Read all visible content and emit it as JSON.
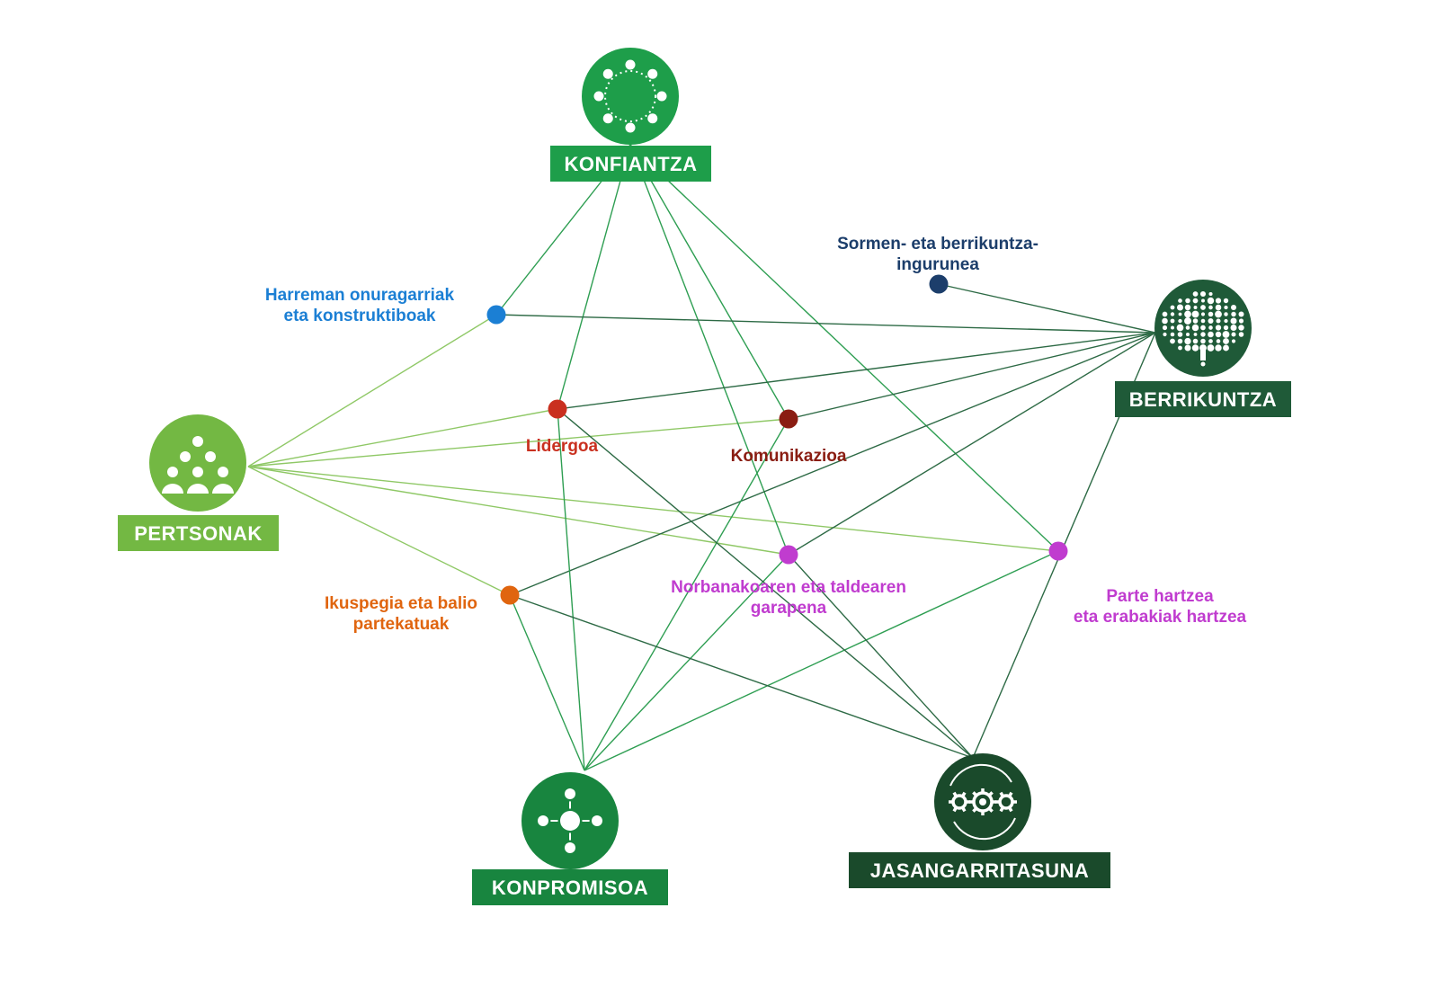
{
  "colors": {
    "konfiantza": "#1e9e4a",
    "pertsonak": "#73b843",
    "berrikuntza": "#1f5a38",
    "konpromisoa": "#18853f",
    "jasangarritasuna": "#1a4a2b",
    "line_light": "#8fc866",
    "line_mid": "#2e9e52",
    "line_dark": "#2d6a45",
    "blue": "#1b7fd4",
    "navy": "#1c3e6b",
    "red": "#c9301f",
    "darkred": "#8a1d12",
    "orange": "#e0650f",
    "purple": "#c03ccf"
  },
  "pillars": {
    "konfiantza": {
      "label": "KONFIANTZA",
      "icon": "circle-of-dots-icon"
    },
    "pertsonak": {
      "label": "PERTSONAK",
      "icon": "people-group-icon"
    },
    "berrikuntza": {
      "label": "BERRIKUNTZA",
      "icon": "dotted-brain-icon"
    },
    "konpromisoa": {
      "label": "KONPROMISOA",
      "icon": "converging-arrows-icon"
    },
    "jasangarritasuna": {
      "label": "JASANGARRITASUNA",
      "icon": "gears-cycle-icon"
    }
  },
  "factors": {
    "harreman": {
      "lines": [
        "Harreman onuragarriak",
        "eta konstruktiboak"
      ]
    },
    "sormen": {
      "lines": [
        "Sormen- eta berrikuntza-",
        "ingurunea"
      ]
    },
    "lidergoa": {
      "lines": [
        "Lidergoa"
      ]
    },
    "komunikazioa": {
      "lines": [
        "Komunikazioa"
      ]
    },
    "norbanakoaren": {
      "lines": [
        "Norbanakoaren eta taldearen",
        "garapena"
      ]
    },
    "parte": {
      "lines": [
        "Parte hartzea",
        "eta erabakiak hartzea"
      ]
    },
    "ikuspegia": {
      "lines": [
        "Ikuspegia eta balio",
        "partekatuak"
      ]
    }
  }
}
